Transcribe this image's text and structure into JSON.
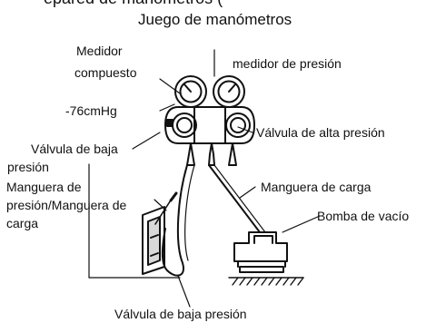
{
  "header_clipped": "epared de manómetros (",
  "title": "Juego de manómetros",
  "labels": {
    "compound_gauge_line1": "Medidor",
    "compound_gauge_line2": "compuesto",
    "pressure_gauge": "medidor de presión",
    "vacuum_reading": "-76cmHg",
    "high_pressure_valve": "Válvula de alta presión",
    "low_pressure_valve_line1": "Válvula de baja",
    "low_pressure_valve_line2": "presión",
    "pressure_hose_line1": "Manguera de",
    "pressure_hose_line2": "presión/Manguera de",
    "pressure_hose_line3": "carga",
    "charge_hose": "Manguera de carga",
    "vacuum_pump": "Bomba de vacío",
    "low_pressure_valve_bottom": "Válvula de baja presión"
  }
}
